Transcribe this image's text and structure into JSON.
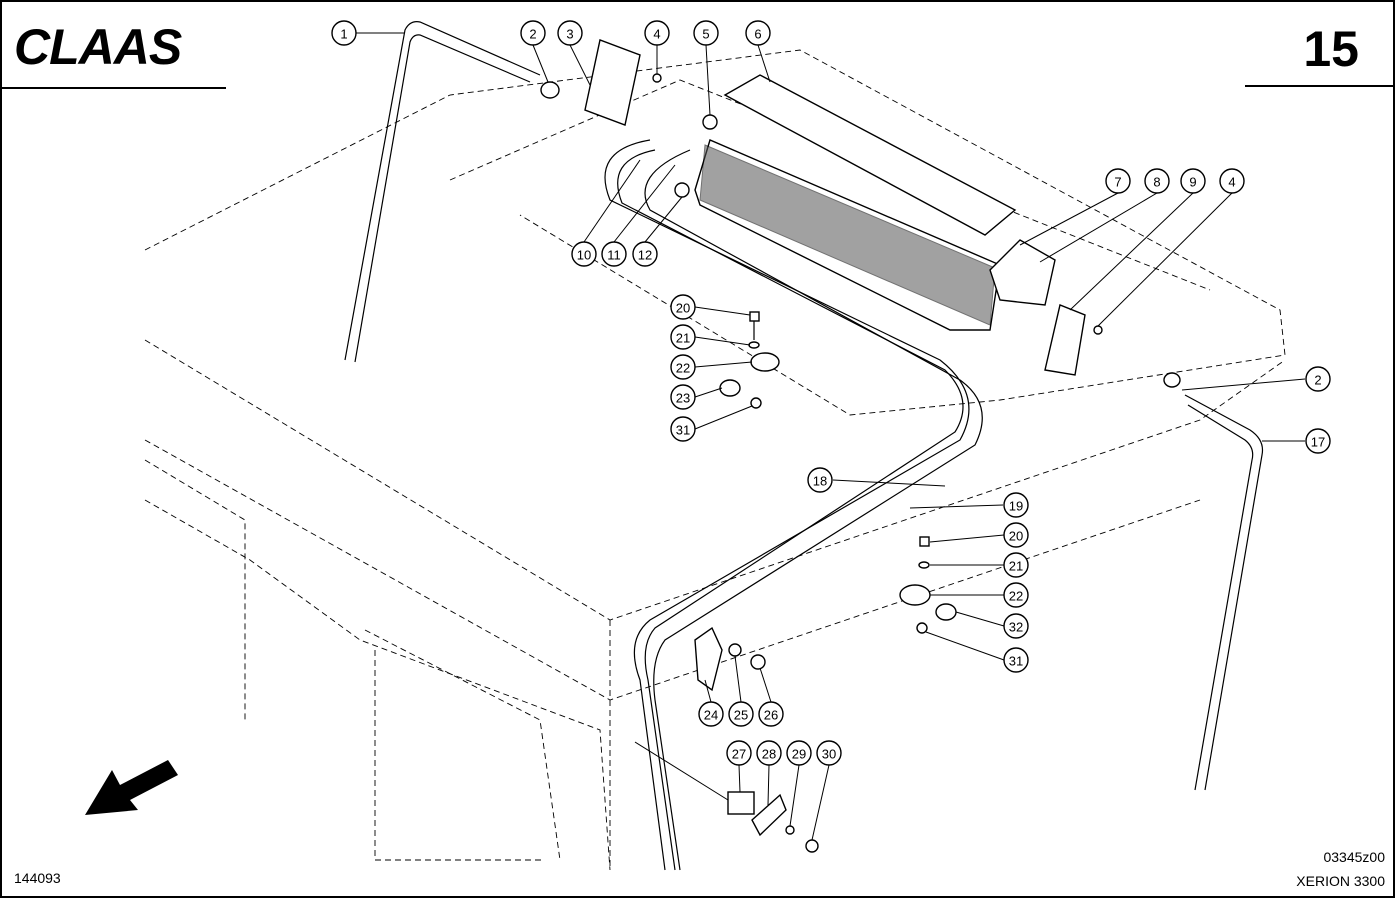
{
  "header": {
    "brand": "CLAAS",
    "page_number": "15"
  },
  "footer": {
    "reference_number": "144093",
    "drawing_id": "03345z00",
    "model": "XERION 3300"
  },
  "icons": {
    "direction_arrow": "arrow-down-left-icon"
  },
  "callouts": [
    {
      "label": "1"
    },
    {
      "label": "2"
    },
    {
      "label": "3"
    },
    {
      "label": "4"
    },
    {
      "label": "5"
    },
    {
      "label": "6"
    },
    {
      "label": "7"
    },
    {
      "label": "8"
    },
    {
      "label": "9"
    },
    {
      "label": "4"
    },
    {
      "label": "10"
    },
    {
      "label": "11"
    },
    {
      "label": "12"
    },
    {
      "label": "20"
    },
    {
      "label": "21"
    },
    {
      "label": "22"
    },
    {
      "label": "23"
    },
    {
      "label": "31"
    },
    {
      "label": "2"
    },
    {
      "label": "17"
    },
    {
      "label": "18"
    },
    {
      "label": "19"
    },
    {
      "label": "20"
    },
    {
      "label": "21"
    },
    {
      "label": "22"
    },
    {
      "label": "32"
    },
    {
      "label": "31"
    },
    {
      "label": "24"
    },
    {
      "label": "25"
    },
    {
      "label": "26"
    },
    {
      "label": "27"
    },
    {
      "label": "28"
    },
    {
      "label": "29"
    },
    {
      "label": "30"
    }
  ]
}
